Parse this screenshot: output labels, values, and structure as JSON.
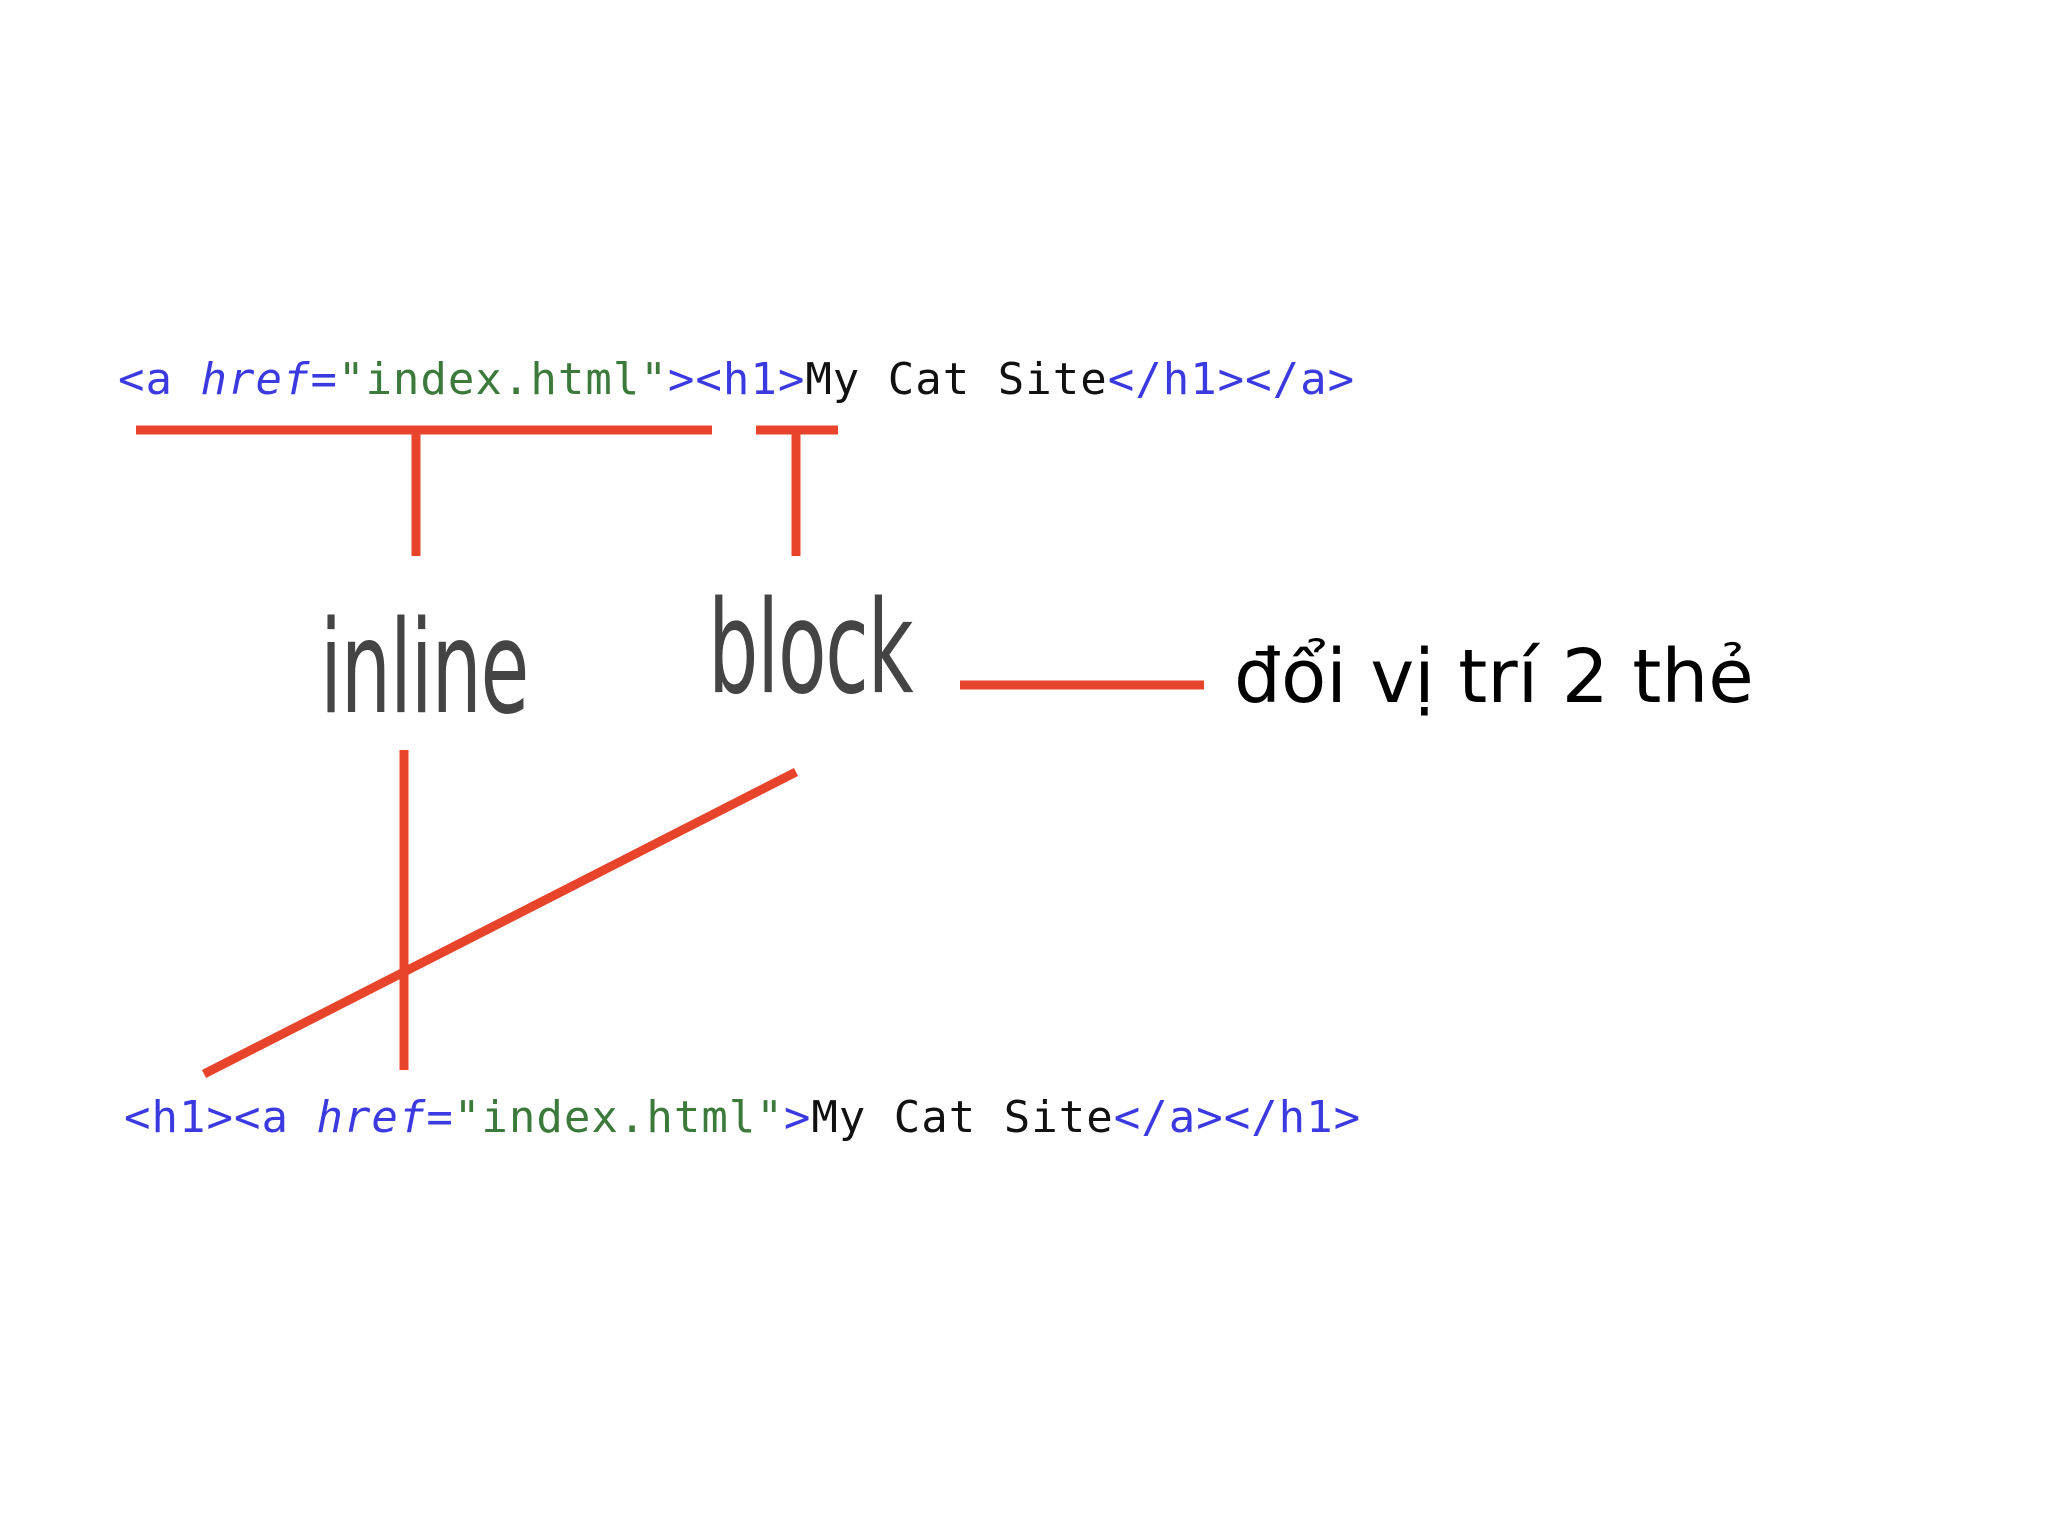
{
  "code_top": {
    "open_a": "<a ",
    "href_attr": "href",
    "eq": "=",
    "href_value": "\"index.html\"",
    "close_bracket": ">",
    "open_h1": "<h1>",
    "text": "My Cat Site",
    "close_h1": "</h1>",
    "close_a": "</a>"
  },
  "code_bottom": {
    "open_h1": "<h1>",
    "open_a": "<a ",
    "href_attr": "href",
    "eq": "=",
    "href_value": "\"index.html\"",
    "close_bracket": ">",
    "text": "My Cat Site",
    "close_a": "</a>",
    "close_h1": "</h1>"
  },
  "labels": {
    "inline": "inline",
    "block": "block"
  },
  "note": "đổi vị trí 2 thẻ",
  "colors": {
    "connector": "#e8432b",
    "tag": "#3a3ae0",
    "string": "#3c7a3c",
    "text": "#111111"
  }
}
